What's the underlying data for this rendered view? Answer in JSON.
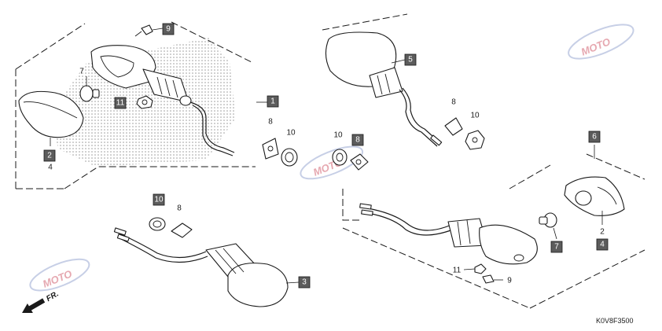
{
  "callouts": {
    "c1": "1",
    "c2": "2",
    "c2b": "2",
    "c3": "3",
    "c4": "4",
    "c4b": "4",
    "c5": "5",
    "c6": "6",
    "c7": "7",
    "c7b": "7",
    "c8a": "8",
    "c8b": "8",
    "c8c": "8",
    "c8d": "8",
    "c9": "9",
    "c9b": "9",
    "c10a": "10",
    "c10b": "10",
    "c10c": "10",
    "c10d": "10",
    "c11": "11",
    "c11b": "11"
  },
  "direction": {
    "label": "FR."
  },
  "diagram_code": "K0V8F3500",
  "watermark": {
    "text": "MOTO"
  },
  "colors": {
    "callout_box": "#5c5c5c",
    "line": "#1a1a1a",
    "watermark_blue": "#c7cfe6",
    "watermark_red": "#e6a8b0"
  }
}
